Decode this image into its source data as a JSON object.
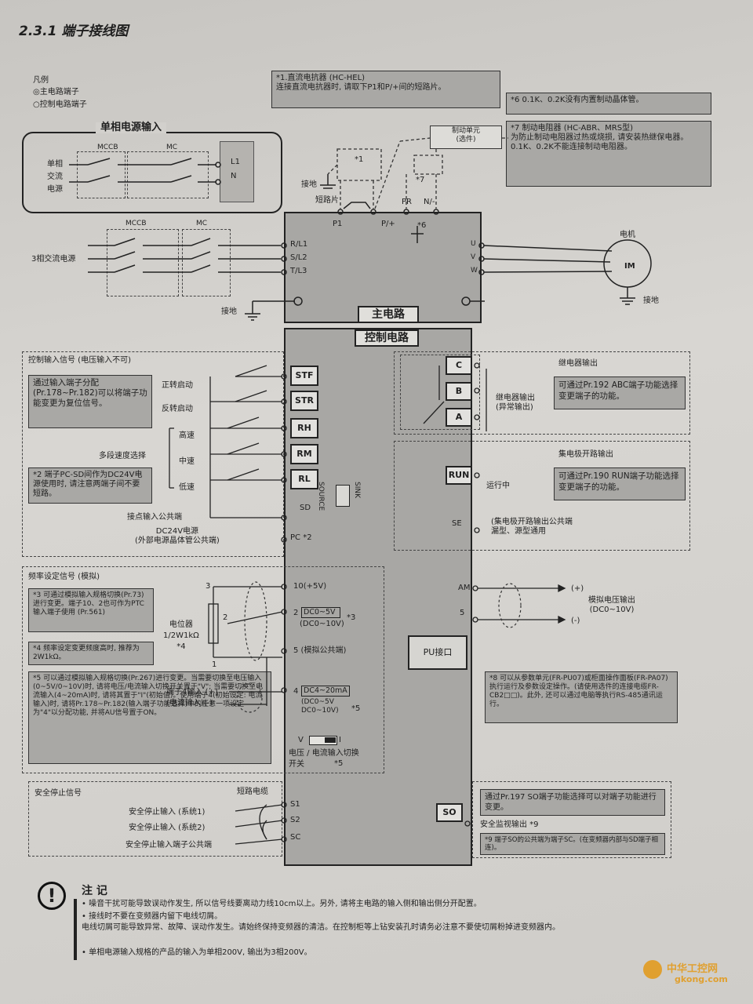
{
  "section_title": "2.3.1  端子接线图",
  "legend": {
    "title": "凡例",
    "main": "◎主电路端子",
    "control": "○控制电路端子"
  },
  "single_phase": {
    "title": "单相电源输入",
    "source": [
      "单相",
      "交流",
      "电源"
    ],
    "mccb": "MCCB",
    "mc": "MC",
    "terminal": "L1\nN"
  },
  "three_phase": {
    "source": "3相交流电源",
    "mccb": "MCCB",
    "mc": "MC",
    "terminals": [
      "R/L1",
      "S/L2",
      "T/L3"
    ],
    "ground": "接地"
  },
  "dc_terminals": {
    "ground": "接地",
    "short": "短路片",
    "p1": "P1",
    "p": "P/+",
    "pr": "PR",
    "n": "N/-",
    "star1": "*1",
    "star7": "*7",
    "star6": "*6",
    "brake_unit": "制动单元\n(选件)"
  },
  "motor": {
    "label": "电机",
    "im": "IM",
    "u": "U",
    "v": "V",
    "w": "W",
    "ground": "接地"
  },
  "notes": {
    "n1": "*1.直流电抗器 (HC-HEL)\n连接直流电抗器时, 请取下P1和P/+间的短路片。",
    "n6": "*6  0.1K、0.2K没有内置制动晶体管。",
    "n7": "*7  制动电阻器 (HC-ABR、MRS型)\n为防止制动电阻器过热或烧损, 请安装热继保电器。\n0.1K、0.2K不能连接制动电阻器。",
    "n_reset": "通过输入端子分配(Pr.178~Pr.182)可以将端子功能变更为复位信号。",
    "n2": "*2  端子PC-SD间作为DC24V电源使用时, 请注意两端子间不要短路。",
    "n_relay": "可通过Pr.192 ABC端子功能选择变更端子的功能。",
    "n_run": "可通过Pr.190 RUN端子功能选择变更端子的功能。",
    "n3": "*3  可通过模拟输入规格切换(Pr.73)进行变更。端子10、2也可作为PTC输入端子使用 (Pr.561)",
    "n4": "*4  频率设定变更频度高时, 推荐为2W1kΩ。",
    "n5": "*5  可以通过模拟输入规格切换(Pr.267)进行变更。当需要切换至电压输入(0~5V/0~10V)时, 请将电压/电流输入切换开关置于\"V\"; 当需要切换至电流输入(4~20mA)时, 请将其置于\"I\"(初始值)。使用端子4(初始设定: 电流输入)时, 请将Pr.178~Pr.182(输入端子功能选择)中的任意一项设定为\"4\"以分配功能, 并将AU信号置于ON。",
    "n8": "*8  可以从参数单元(FR-PU07)或柜面操作面板(FR-PA07)执行运行及参数设定操作。(请使用选件的连接电缆FR-CB2□□)。此外, 还可以通过电脑等执行RS-485通讯运行。",
    "n_so": "通过Pr.197 SO端子功能选择可以对端子功能进行变更。",
    "n9": "*9  端子SO的公共端为端子SC。(在变频器内部与SD端子相连)。"
  },
  "main_circuit_label": "主电路",
  "control_circuit_label": "控制电路",
  "control_input": {
    "title": "控制输入信号 (电压输入不可)",
    "forward": "正转启动",
    "reverse": "反转启动",
    "multi_speed": "多段速度选择",
    "high": "高速",
    "mid": "中速",
    "low": "低速",
    "contact_common": "接点输入公共端",
    "dc24": "DC24V电源\n(外部电源晶体管公共端)",
    "terminals": [
      "STF",
      "STR",
      "RH",
      "RM",
      "RL"
    ],
    "sd": "SD",
    "pc": "PC *2",
    "source": "SOURCE",
    "sink": "SINK"
  },
  "relay": {
    "title": "继电器输出",
    "label": "继电器输出\n(异常输出)",
    "c": "C",
    "b": "B",
    "a": "A"
  },
  "open_collector": {
    "title": "集电极开路输出",
    "run": "RUN",
    "run_label": "运行中",
    "se": "SE",
    "se_label": "(集电极开路输出公共端\n漏型、源型通用"
  },
  "freq": {
    "title": "频率设定信号 (模拟)",
    "t10": "10(+5V)",
    "t2a": "2",
    "t2b": "DC0~5V",
    "t2c": "(DC0~10V)",
    "star3": "*3",
    "t5": "5 (模拟公共端)",
    "t4a": "4",
    "t4b": "DC4~20mA",
    "t4c": "(DC0~5V\nDC0~10V)",
    "star5": "*5",
    "pot": "电位器\n1/2W1kΩ\n*4",
    "n3": "3",
    "n2": "2",
    "n1": "1",
    "t4in": "端子4输入 (+)\n(电流输入)(-)",
    "switch": "电压 / 电流输入切换\n开关",
    "switch_star": "*5",
    "v": "V",
    "i": "I"
  },
  "analog_out": {
    "am": "AM",
    "plus": "(+)",
    "minus": "(-)",
    "five": "5",
    "label": "模拟电压输出\n(DC0~10V)"
  },
  "pu": "PU接口",
  "safety": {
    "title": "安全停止信号",
    "cable": "短路电缆",
    "s1": "安全停止输入 (系统1)",
    "s2": "安全停止输入 (系统2)",
    "sc": "安全停止输入端子公共端",
    "t_s1": "S1",
    "t_s2": "S2",
    "t_sc": "SC",
    "so": "SO",
    "monitor": "安全监视输出 *9"
  },
  "caution": {
    "title": "注  记",
    "items": [
      "噪音干扰可能导致误动作发生, 所以信号线要离动力线10cm以上。另外, 请将主电路的输入侧和输出侧分开配置。",
      "接线时不要在变频器内留下电线切屑。\n电线切屑可能导致异常、故障、误动作发生。请始终保持变频器的清洁。在控制柜等上钻安装孔时请务必注意不要使切屑粉掉进变频器内。",
      "单相电源输入规格的产品的输入为单相200V, 输出为3相200V。"
    ]
  },
  "watermark": {
    "cn": "中华工控网",
    "en": "gkong.com"
  }
}
